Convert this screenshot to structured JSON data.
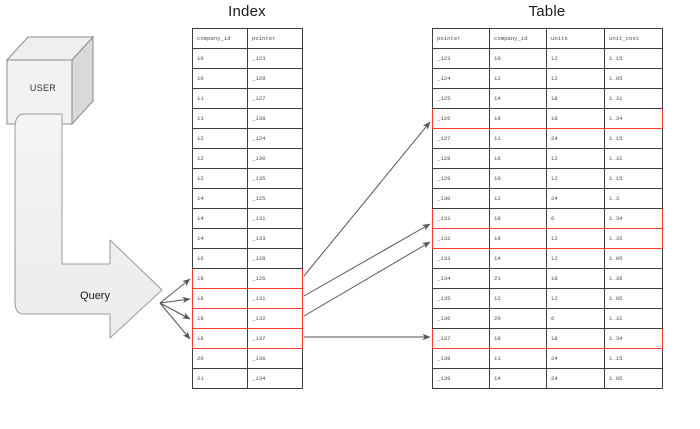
{
  "diagram": {
    "user_box_label": "USER",
    "query_label": "Query",
    "highlight_color": "#ff3b30",
    "line_color": "#555555"
  },
  "index": {
    "title": "Index",
    "columns": [
      "company_id",
      "pointer"
    ],
    "rows": [
      {
        "company_id": "10",
        "pointer": "_123",
        "highlight": false
      },
      {
        "company_id": "10",
        "pointer": "_129",
        "highlight": false
      },
      {
        "company_id": "11",
        "pointer": "_127",
        "highlight": false
      },
      {
        "company_id": "11",
        "pointer": "_138",
        "highlight": false
      },
      {
        "company_id": "12",
        "pointer": "_124",
        "highlight": false
      },
      {
        "company_id": "12",
        "pointer": "_130",
        "highlight": false
      },
      {
        "company_id": "12",
        "pointer": "_135",
        "highlight": false
      },
      {
        "company_id": "14",
        "pointer": "_125",
        "highlight": false
      },
      {
        "company_id": "14",
        "pointer": "_131",
        "highlight": false
      },
      {
        "company_id": "14",
        "pointer": "_133",
        "highlight": false
      },
      {
        "company_id": "16",
        "pointer": "_128",
        "highlight": false
      },
      {
        "company_id": "18",
        "pointer": "_126",
        "highlight": true
      },
      {
        "company_id": "18",
        "pointer": "_131",
        "highlight": true
      },
      {
        "company_id": "18",
        "pointer": "_132",
        "highlight": true
      },
      {
        "company_id": "18",
        "pointer": "_137",
        "highlight": true
      },
      {
        "company_id": "20",
        "pointer": "_136",
        "highlight": false
      },
      {
        "company_id": "21",
        "pointer": "_134",
        "highlight": false
      }
    ]
  },
  "table": {
    "title": "Table",
    "columns": [
      "pointer",
      "company_id",
      "units",
      "unit_cost"
    ],
    "rows": [
      {
        "pointer": "_123",
        "company_id": "10",
        "units": "12",
        "unit_cost": "1.15",
        "highlight": false
      },
      {
        "pointer": "_124",
        "company_id": "12",
        "units": "12",
        "unit_cost": "1.05",
        "highlight": false
      },
      {
        "pointer": "_125",
        "company_id": "14",
        "units": "18",
        "unit_cost": "1.31",
        "highlight": false
      },
      {
        "pointer": "_126",
        "company_id": "18",
        "units": "18",
        "unit_cost": "1.34",
        "highlight": true
      },
      {
        "pointer": "_127",
        "company_id": "11",
        "units": "24",
        "unit_cost": "1.15",
        "highlight": false
      },
      {
        "pointer": "_128",
        "company_id": "16",
        "units": "12",
        "unit_cost": "1.31",
        "highlight": false
      },
      {
        "pointer": "_129",
        "company_id": "10",
        "units": "12",
        "unit_cost": "1.15",
        "highlight": false
      },
      {
        "pointer": "_130",
        "company_id": "12",
        "units": "24",
        "unit_cost": "1.3",
        "highlight": false
      },
      {
        "pointer": "_131",
        "company_id": "18",
        "units": "6",
        "unit_cost": "1.34",
        "highlight": true
      },
      {
        "pointer": "_132",
        "company_id": "18",
        "units": "12",
        "unit_cost": "1.35",
        "highlight": true
      },
      {
        "pointer": "_133",
        "company_id": "14",
        "units": "12",
        "unit_cost": "1.95",
        "highlight": false
      },
      {
        "pointer": "_134",
        "company_id": "21",
        "units": "18",
        "unit_cost": "1.36",
        "highlight": false
      },
      {
        "pointer": "_135",
        "company_id": "12",
        "units": "12",
        "unit_cost": "1.05",
        "highlight": false
      },
      {
        "pointer": "_136",
        "company_id": "20",
        "units": "6",
        "unit_cost": "1.31",
        "highlight": false
      },
      {
        "pointer": "_137",
        "company_id": "18",
        "units": "18",
        "unit_cost": "1.34",
        "highlight": true
      },
      {
        "pointer": "_138",
        "company_id": "11",
        "units": "24",
        "unit_cost": "1.15",
        "highlight": false
      },
      {
        "pointer": "_139",
        "company_id": "14",
        "units": "24",
        "unit_cost": "1.05",
        "highlight": false
      }
    ]
  }
}
